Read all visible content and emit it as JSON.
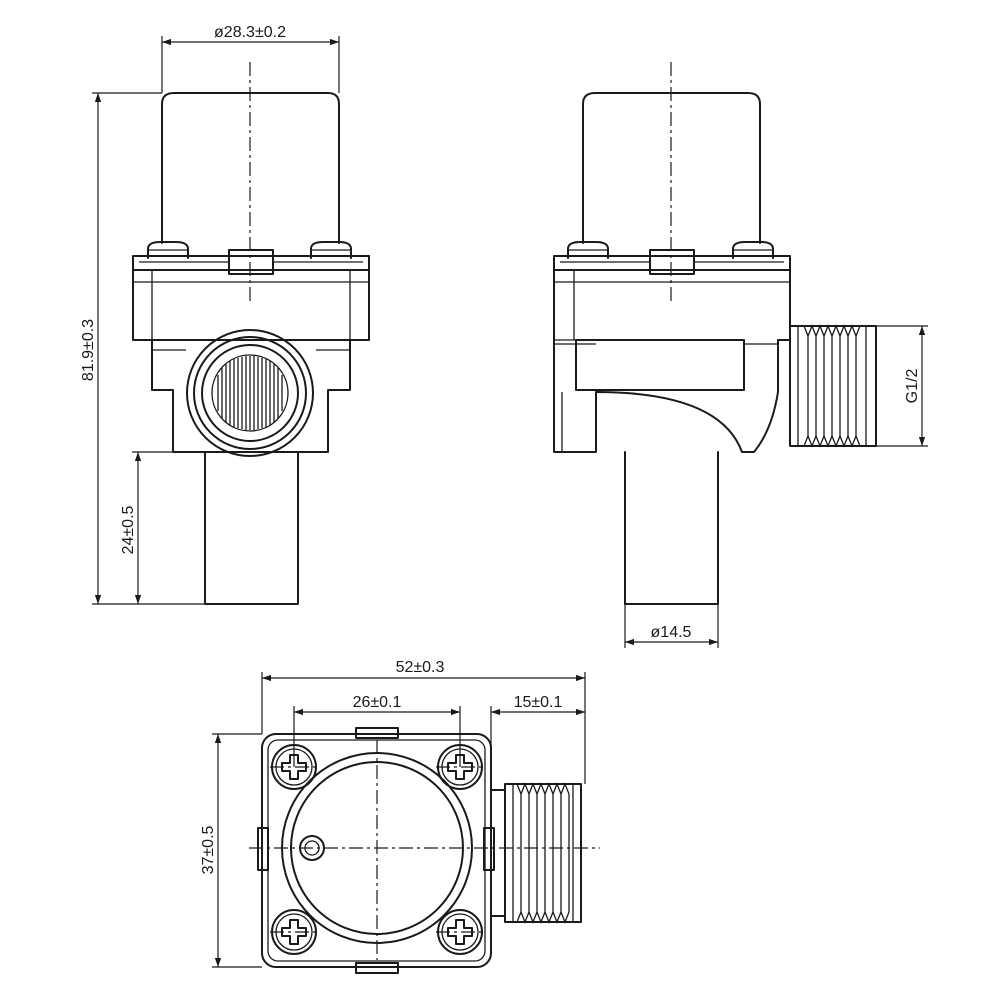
{
  "dimensions": {
    "coil_diameter": "ø28.3±0.2",
    "overall_height": "81.9±0.3",
    "outlet_length": "24±0.5",
    "outlet_diameter": "ø14.5",
    "thread_size": "G1/2",
    "total_width": "52±0.3",
    "screw_spacing": "26±0.1",
    "thread_length": "15±0.1",
    "body_depth": "37±0.5"
  },
  "colors": {
    "line": "#1a1a1a",
    "background": "#ffffff"
  }
}
